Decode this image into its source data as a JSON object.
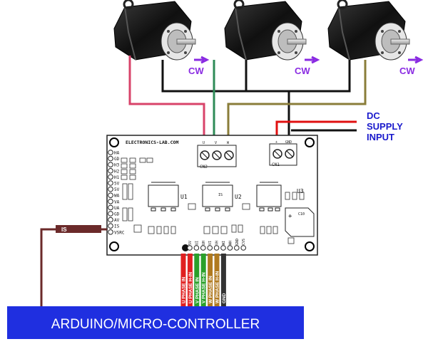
{
  "motors": [
    {
      "direction": "CW"
    },
    {
      "direction": "CW"
    },
    {
      "direction": "CW"
    }
  ],
  "supply": {
    "line1": "DC",
    "line2": "SUPPLY",
    "line3": "INPUT"
  },
  "board": {
    "brand": "ELECTRONICS-LAB.COM",
    "left_pins": [
      "HA",
      "GD",
      "H3",
      "H2",
      "H1",
      "5V",
      "5V",
      "WA",
      "VA",
      "UA",
      "GD",
      "AV",
      "IS",
      "VSRC"
    ],
    "cn2_label": "CN2",
    "cn1_label": "CN1",
    "cn1_pins": [
      "+",
      "GND"
    ],
    "cn2_pins": [
      "U",
      "V",
      "W"
    ],
    "u1": "U1",
    "u2": "U2",
    "u3": "U3",
    "is_mark": "IS",
    "cap": "C10",
    "plus": "+",
    "bottom_pins": [
      "5V",
      "UI",
      "UH",
      "VI",
      "VH",
      "WI",
      "WH",
      "GND",
      "CVS"
    ]
  },
  "is_wire_label": "IS",
  "wire_labels": [
    {
      "text": "U PHASE IN",
      "color": "#e02020"
    },
    {
      "text": "U PHASE H-IN",
      "color": "#e02020"
    },
    {
      "text": "V PHASE IN",
      "color": "#2aa02a"
    },
    {
      "text": "V PHASE H-IN",
      "color": "#2aa02a"
    },
    {
      "text": "W PHASE IN",
      "color": "#b07a20"
    },
    {
      "text": "W PHASE H-IN",
      "color": "#b07a20"
    },
    {
      "text": "GND",
      "color": "#333333"
    }
  ],
  "controller": {
    "label": "ARDUINO/MICRO-CONTROLLER",
    "color": "#1f2fe0"
  },
  "colors": {
    "wire_pink": "#d8436a",
    "wire_black": "#111111",
    "wire_green": "#2e8b57",
    "wire_olive": "#8a7d3a",
    "wire_red": "#e01010",
    "is_wire": "#6b2a2a",
    "arrow": "#8a2be2",
    "text_blue": "#1a1acc"
  }
}
